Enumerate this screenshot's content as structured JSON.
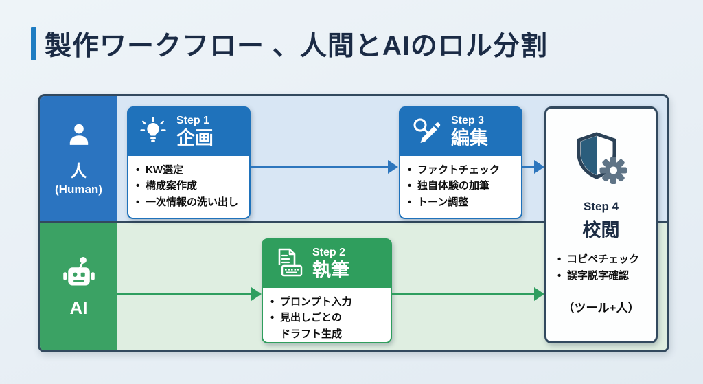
{
  "title": {
    "text": "製作ワークフロー 、人間とAIのロル分割"
  },
  "colors": {
    "accent_bar": "#1e7cc2",
    "title_text": "#1b2b45",
    "frame_border": "#32495e",
    "human_lane_label_bg": "#2b74c0",
    "human_lane_body_bg": "#d8e6f4",
    "ai_lane_label_bg": "#3ba264",
    "ai_lane_body_bg": "#dfeee1",
    "step_blue": "#1f72bb",
    "step_green": "#2f9e5d",
    "arrow_blue": "#2d76bd",
    "arrow_green": "#2f9e5f"
  },
  "lanes": [
    {
      "id": "human",
      "icon": "person-icon",
      "label": "人",
      "sublabel": "(Human)"
    },
    {
      "id": "ai",
      "icon": "robot-icon",
      "label": "AI",
      "sublabel": ""
    }
  ],
  "steps": [
    {
      "id": "step1",
      "step_label": "Step 1",
      "name": "企画",
      "icon": "lightbulb-icon",
      "lane": "human",
      "bullets": [
        "KW選定",
        "構成案作成",
        "一次情報の洗い出し"
      ]
    },
    {
      "id": "step2",
      "step_label": "Step 2",
      "name": "執筆",
      "icon": "document-keyboard-icon",
      "lane": "ai",
      "bullets": [
        "プロンプト入力",
        "見出しごとの\nドラフト生成"
      ]
    },
    {
      "id": "step3",
      "step_label": "Step 3",
      "name": "編集",
      "icon": "magnifier-pencil-icon",
      "lane": "human",
      "bullets": [
        "ファクトチェック",
        "独自体験の加筆",
        "トーン調整"
      ]
    },
    {
      "id": "step4",
      "step_label": "Step 4",
      "name": "校閲",
      "icon": "shield-gear-icon",
      "lane": "both",
      "bullets": [
        "コピペチェック",
        "誤字脱字確認"
      ],
      "note": "（ツール+人）"
    }
  ],
  "arrows": [
    {
      "from": "step1",
      "to": "step3",
      "color": "#2d76bd"
    },
    {
      "from": "step3",
      "to": "step4",
      "color": "#2d76bd"
    },
    {
      "from": "ai-lane",
      "to": "step2",
      "color": "#2f9e5f"
    },
    {
      "from": "step2",
      "to": "step4",
      "color": "#2f9e5f"
    }
  ]
}
